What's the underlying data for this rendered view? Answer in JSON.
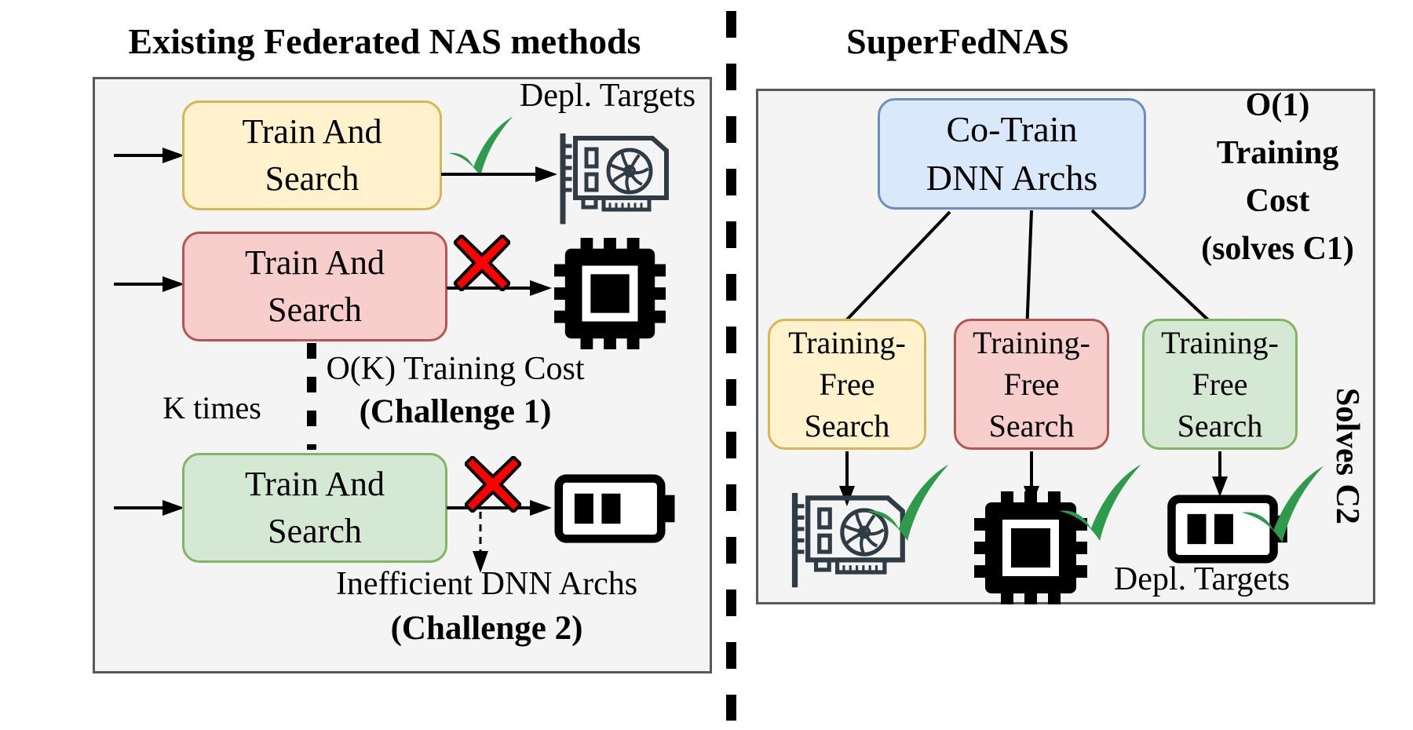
{
  "figure": {
    "left": {
      "title": "Existing Federated NAS methods",
      "depl_targets": "Depl. Targets",
      "train_search_line1": "Train And",
      "train_search_line2": "Search",
      "k_times": "K times",
      "ok_training_cost": "O(K) Training Cost",
      "challenge1": "(Challenge 1)",
      "inefficient": "Inefficient DNN Archs",
      "challenge2": "(Challenge 2)"
    },
    "right": {
      "title": "SuperFedNAS",
      "cotrain_line1": "Co-Train",
      "cotrain_line2": "DNN Archs",
      "o1_line1": "O(1)",
      "o1_line2": "Training",
      "o1_line3": "Cost",
      "o1_line4": "(solves C1)",
      "tfs_line1": "Training-",
      "tfs_line2": "Free",
      "tfs_line3": "Search",
      "solves_c2": "Solves C2",
      "depl_targets": "Depl. Targets"
    },
    "colors": {
      "yellow_fill": "#FFF2CC",
      "yellow_border": "#D6B656",
      "red_fill": "#F8CECC",
      "red_border": "#B85450",
      "green_fill": "#D5E8D4",
      "green_border": "#82B366",
      "blue_fill": "#DAE8FC",
      "blue_border": "#6C8EBF",
      "check_green": "#2E9B4C",
      "cross_red": "#FF0000",
      "panel_bg": "#F4F4F4",
      "panel_border": "#595959",
      "icon_dark": "#2F3B45"
    }
  }
}
